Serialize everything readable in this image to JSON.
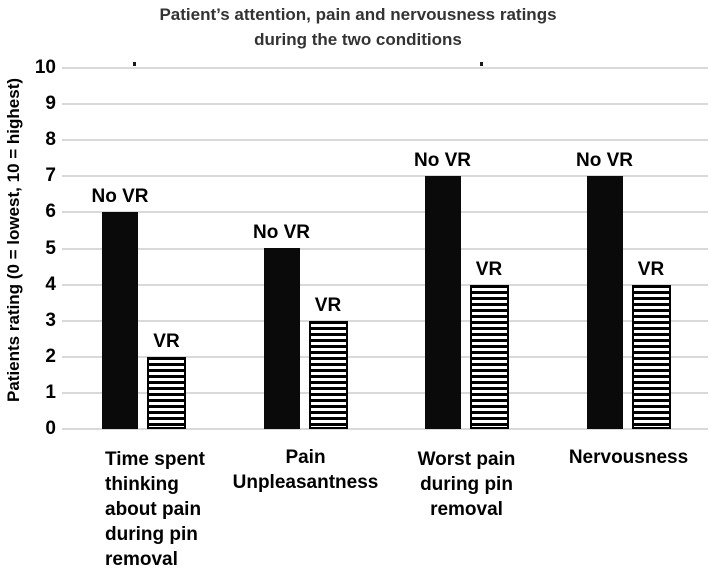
{
  "title": {
    "line1": "Patient’s attention, pain and nervousness ratings",
    "line2": "during the two conditions"
  },
  "chart_data": {
    "type": "bar",
    "title": "Patient’s attention, pain and nervousness ratings during the two conditions",
    "xlabel": "",
    "ylabel": "Patients rating (0 = lowest, 10 = highest)",
    "ylim": [
      0,
      10
    ],
    "ytick_step": 1,
    "grid": true,
    "legend_position": "labels-above-bars",
    "categories": [
      "Time spent thinking about pain during pin removal",
      "Pain Unpleasantness",
      "Worst pain during pin removal",
      "Nervousness"
    ],
    "category_label_lines": [
      [
        "Time spent",
        "thinking",
        "about pain",
        "during pin",
        "removal"
      ],
      [
        "Pain",
        "Unpleasantness"
      ],
      [
        "Worst pain",
        "during pin",
        "removal"
      ],
      [
        "Nervousness"
      ]
    ],
    "series": [
      {
        "name": "No VR",
        "style": "solid-black",
        "values": [
          6,
          5,
          7,
          7
        ]
      },
      {
        "name": "VR",
        "style": "horizontal-stripes",
        "values": [
          2,
          3,
          4,
          4
        ]
      }
    ]
  },
  "colors": {
    "background": "#ffffff",
    "bar_solid": "#0a0a0a",
    "bar_stripe": "#000000",
    "gridline": "#d9d9d9",
    "title_text": "#333333",
    "axis_text": "#000000"
  }
}
